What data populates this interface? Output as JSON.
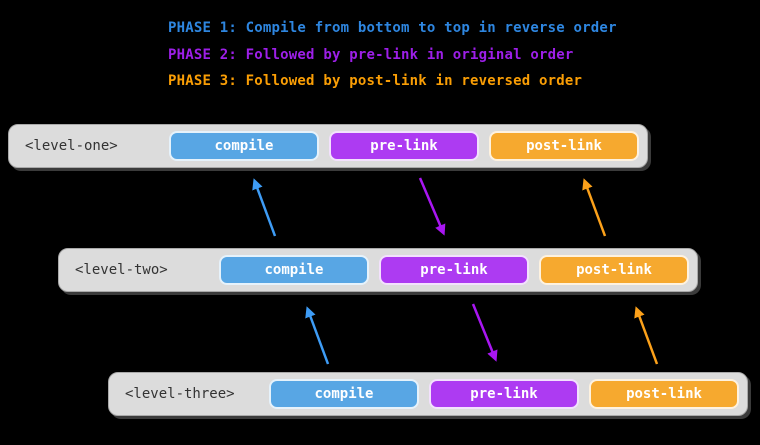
{
  "phases": [
    {
      "text": "PHASE 1: Compile from bottom to top in reverse order",
      "color": "#2E86E0"
    },
    {
      "text": "PHASE 2: Followed by pre-link in original order",
      "color": "#9D1FE8"
    },
    {
      "text": "PHASE 3: Followed by post-link in reversed order",
      "color": "#FA9E05"
    }
  ],
  "levels": [
    {
      "tag": "<level-one>",
      "buttons": [
        {
          "label": "compile",
          "color": "#58A6E4"
        },
        {
          "label": "pre-link",
          "color": "#AD3BF2"
        },
        {
          "label": "post-link",
          "color": "#F6A92F"
        }
      ]
    },
    {
      "tag": "<level-two>",
      "buttons": [
        {
          "label": "compile",
          "color": "#58A6E4"
        },
        {
          "label": "pre-link",
          "color": "#AD3BF2"
        },
        {
          "label": "post-link",
          "color": "#F6A92F"
        }
      ]
    },
    {
      "tag": "<level-three>",
      "buttons": [
        {
          "label": "compile",
          "color": "#58A6E4"
        },
        {
          "label": "pre-link",
          "color": "#AD3BF2"
        },
        {
          "label": "post-link",
          "color": "#F6A92F"
        }
      ]
    }
  ],
  "arrows": [
    {
      "phase": "compile",
      "from": "level-two compile",
      "to": "level-one compile",
      "direction": "up",
      "color": "#3E9CF5"
    },
    {
      "phase": "pre-link",
      "from": "level-one pre-link",
      "to": "level-two pre-link",
      "direction": "down",
      "color": "#A916F2"
    },
    {
      "phase": "post-link",
      "from": "level-two post-link",
      "to": "level-one post-link",
      "direction": "up",
      "color": "#FCA11A"
    },
    {
      "phase": "compile",
      "from": "level-three compile",
      "to": "level-two compile",
      "direction": "up",
      "color": "#3E9CF5"
    },
    {
      "phase": "pre-link",
      "from": "level-two pre-link",
      "to": "level-three pre-link",
      "direction": "down",
      "color": "#A916F2"
    },
    {
      "phase": "post-link",
      "from": "level-three post-link",
      "to": "level-two post-link",
      "direction": "up",
      "color": "#FCA11A"
    }
  ],
  "colors": {
    "background": "#000000",
    "row_background": "#DCDCDC",
    "row_border": "#A9A9A9",
    "level_tag_text": "#333333",
    "button_text": "#FFFFFF",
    "compile_blue": "#58A6E4",
    "pre_link_purple": "#AD3BF2",
    "post_link_orange": "#F6A92F"
  }
}
